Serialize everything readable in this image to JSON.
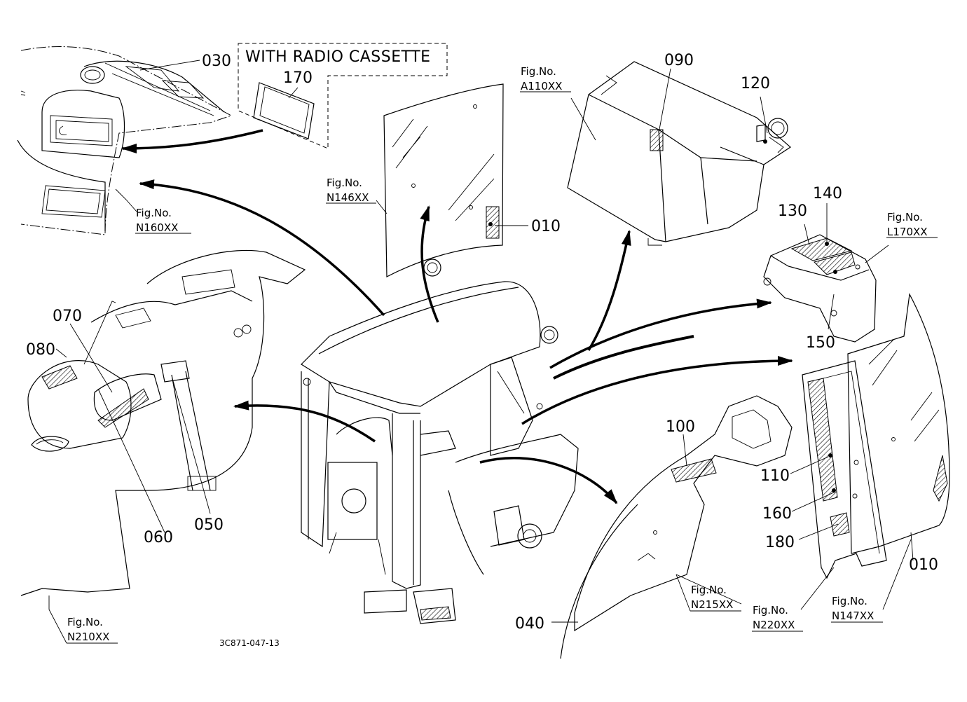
{
  "diagram": {
    "drawing_code": "3C871-047-13",
    "radio_note": "WITH RADIO CASSETTE",
    "part_labels": {
      "p010a": "010",
      "p010b": "010",
      "p030": "030",
      "p040": "040",
      "p050": "050",
      "p060": "060",
      "p070": "070",
      "p080": "080",
      "p090": "090",
      "p100": "100",
      "p110": "110",
      "p120": "120",
      "p130": "130",
      "p140": "140",
      "p150": "150",
      "p160": "160",
      "p170": "170",
      "p180": "180"
    },
    "fig_refs": {
      "f_n160": {
        "label": "Fig.No.",
        "code": "N160XX"
      },
      "f_n146": {
        "label": "Fig.No.",
        "code": "N146XX"
      },
      "f_a110": {
        "label": "Fig.No.",
        "code": "A110XX"
      },
      "f_l170": {
        "label": "Fig.No.",
        "code": "L170XX"
      },
      "f_n210": {
        "label": "Fig.No.",
        "code": "N210XX"
      },
      "f_n215": {
        "label": "Fig.No.",
        "code": "N215XX"
      },
      "f_n220": {
        "label": "Fig.No.",
        "code": "N220XX"
      },
      "f_n147": {
        "label": "Fig.No.",
        "code": "N147XX"
      }
    }
  }
}
